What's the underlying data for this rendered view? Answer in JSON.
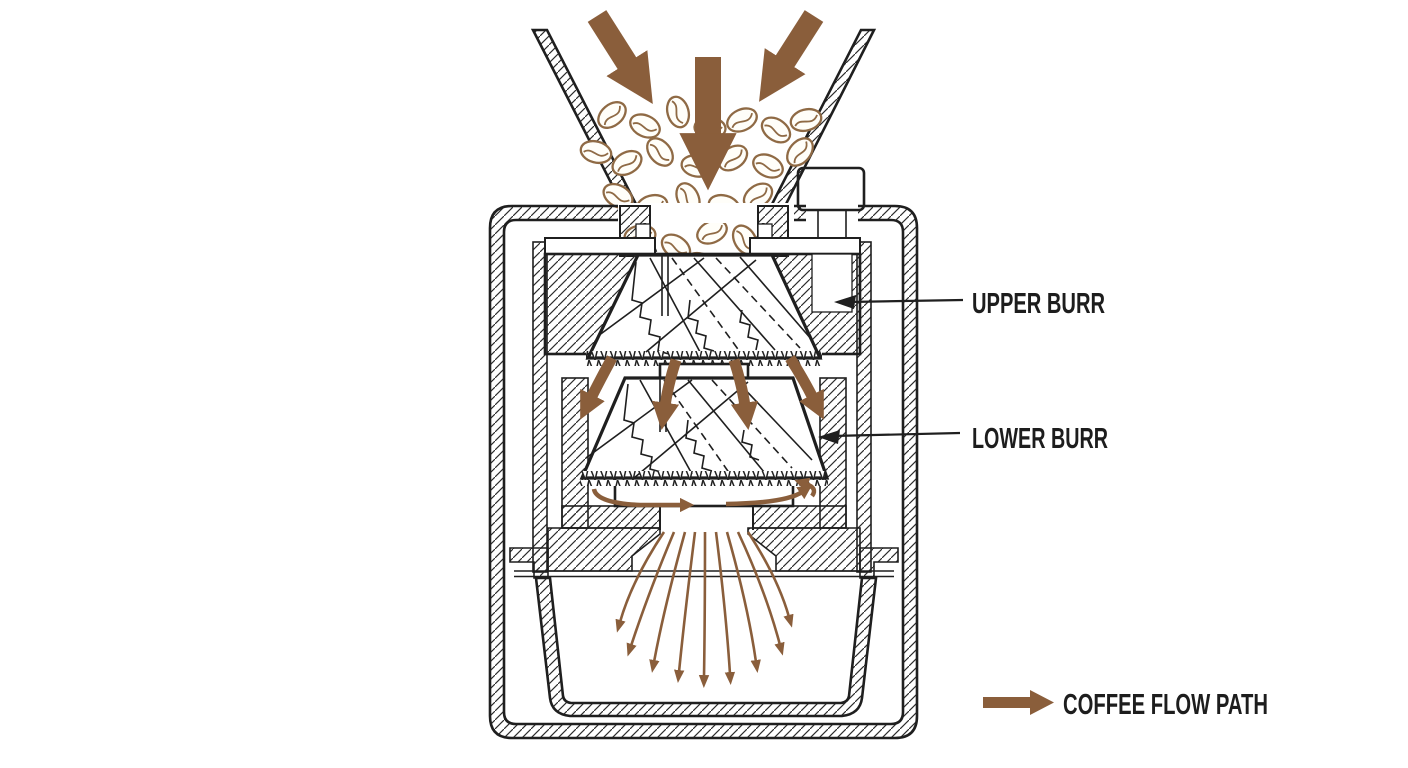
{
  "diagram": {
    "callouts": {
      "upper_burr": "UPPER BURR",
      "lower_burr": "LOWER BURR"
    },
    "legend": {
      "flow_label": "COFFEE FLOW PATH"
    },
    "colors": {
      "flow_arrow": "#8a5e3b",
      "bean_outline": "#8f6a45",
      "line_art": "#1f1f1f",
      "label_text": "#1d1d1d",
      "background": "#ffffff"
    }
  }
}
